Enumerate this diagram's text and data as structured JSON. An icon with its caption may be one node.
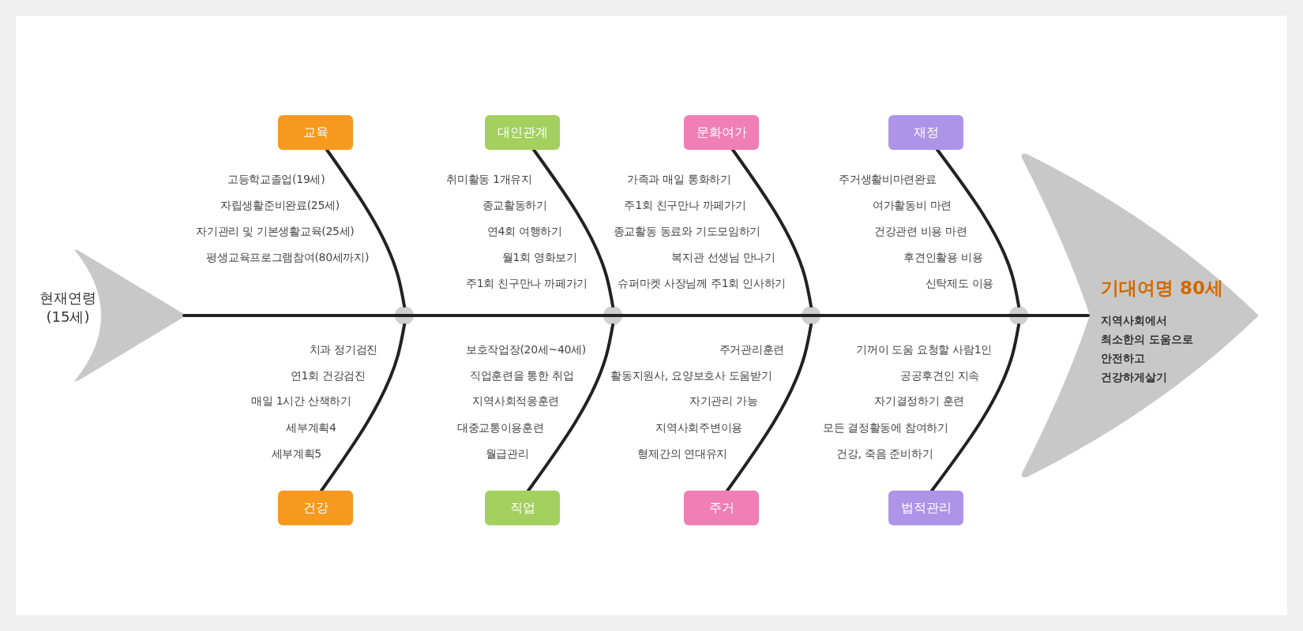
{
  "diagram": {
    "nodes": [
      {
        "text": [
          "현재연령 (15세)"
        ]
      },
      {
        "text": [
          "교육"
        ],
        "beside": [
          "고등학교졸업(19세)",
          "자립생활준비완료(25세)",
          "자기관리 및 기본생활교육(25세)",
          "평생교육프로그램참여(80세까지)"
        ]
      },
      {
        "text": [
          "대인관계"
        ],
        "beside": [
          "취미활동 1개유지",
          "종교활동하기",
          "연4회 여행하기",
          "월1회 영화보기",
          "주1회 친구만나 까페가기"
        ]
      },
      {
        "text": [
          "문화여가"
        ],
        "beside": [
          "가족과 매일 통화하기",
          "주1회 친구만나 까페가기",
          "종교활동 동료와 기도모임하기",
          "복지관 선생님 만나기",
          "슈퍼마켓 사장님께 주1회 인사하기"
        ]
      },
      {
        "text": [
          "재정"
        ],
        "beside": [
          "주거생활비마련완료",
          "여가활동비 마련",
          "건강관련 비용 마련",
          "후견인활용 비용",
          "신탁제도 이용"
        ]
      },
      {
        "text": [],
        "shape": "circle"
      },
      {
        "text": [],
        "shape": "circle"
      },
      {
        "text": [],
        "shape": "circle"
      },
      {
        "text": [],
        "shape": "circle"
      },
      {
        "text": [
          "건강"
        ],
        "beside": [
          "치과 정기검진",
          "연1회 건강검진",
          "매일 1시간 산책하기",
          "세부계획4",
          "세부계획5"
        ]
      },
      {
        "text": [
          "직업"
        ],
        "beside": [
          "보호작업장(20세~40세)",
          "직업훈련을 통한 취업",
          "지역사회적응훈련",
          "대중교통이용훈련",
          "월급관리"
        ]
      },
      {
        "text": [
          "주거"
        ],
        "beside": [
          "주거관리훈련",
          "활동지원사, 요양보호사 도움받기",
          "자기관리 가능",
          "지역사회주변이용",
          "형제간의 연대유지"
        ]
      },
      {
        "text": [
          "법적관리"
        ],
        "beside": [
          "기꺼이 도움 요청할 사람1인",
          "공공후견인 지속",
          "자기결정하기 훈련",
          "모든 결정활동에 참여하기",
          "건강, 죽음 준비하기"
        ]
      },
      {
        "text": [
          "기대여명 80세",
          "지역사회에서 최소한의 도움으로 안전하고 건강하게살기"
        ]
      }
    ],
    "edges": [
      {
        "from": 0,
        "to": 5,
        "arrow": "none"
      },
      {
        "from": 5,
        "to": 6,
        "arrow": "none"
      },
      {
        "from": 6,
        "to": 7,
        "arrow": "none"
      },
      {
        "from": 7,
        "to": 8,
        "arrow": "none"
      },
      {
        "from": 8,
        "to": 13,
        "arrow": "none"
      },
      {
        "from": 1,
        "to": 5,
        "arrow": "none"
      },
      {
        "from": 2,
        "to": 6,
        "arrow": "none"
      },
      {
        "from": 3,
        "to": 7,
        "arrow": "none"
      },
      {
        "from": 4,
        "to": 8,
        "arrow": "none"
      },
      {
        "from": 9,
        "to": 5,
        "arrow": "none"
      },
      {
        "from": 10,
        "to": 6,
        "arrow": "none"
      },
      {
        "from": 11,
        "to": 7,
        "arrow": "none"
      },
      {
        "from": 12,
        "to": 8,
        "arrow": "none"
      }
    ]
  }
}
